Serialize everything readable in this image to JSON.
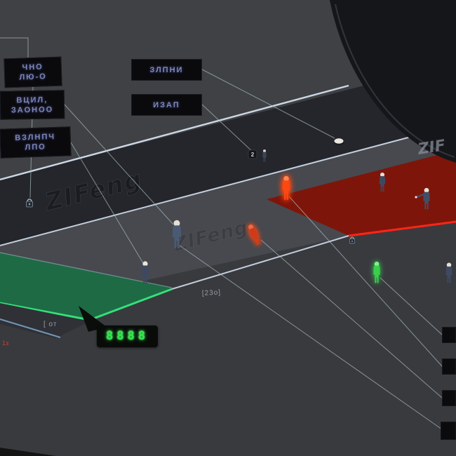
{
  "scene": {
    "watermark_walkway": "ZIFeng",
    "watermark_floor": "ZIFeng",
    "tunnel_label": "ZIF"
  },
  "labels": {
    "left": [
      {
        "lines": [
          "ЧНО",
          "ЛЮ-О"
        ]
      },
      {
        "lines": [
          "ВЦИЛ,",
          "ЗАОНОО"
        ]
      },
      {
        "lines": [
          "ВЗЛНПЧ",
          "ЛПО"
        ]
      }
    ],
    "top": [
      {
        "lines": [
          "ЗЛПНИ"
        ]
      },
      {
        "lines": [
          "ИЗАП"
        ]
      }
    ]
  },
  "markers": {
    "pin_count": "2",
    "distance_mid": "[23о]",
    "distance_left": "[ от",
    "corner_red": "1з"
  },
  "counter": {
    "value": "8888"
  },
  "colors": {
    "background": "#3f4144",
    "walkway": "#24262b",
    "floor": "#47494e",
    "zone_red": "#7e150a",
    "zone_red_edge": "#ff2418",
    "zone_green": "#1e6a45",
    "zone_green_edge": "#34e07a",
    "highlight_red": "#ff4712",
    "highlight_green": "#38d04a",
    "led_green": "#2ee84a",
    "label_text": "#7f88bb"
  }
}
